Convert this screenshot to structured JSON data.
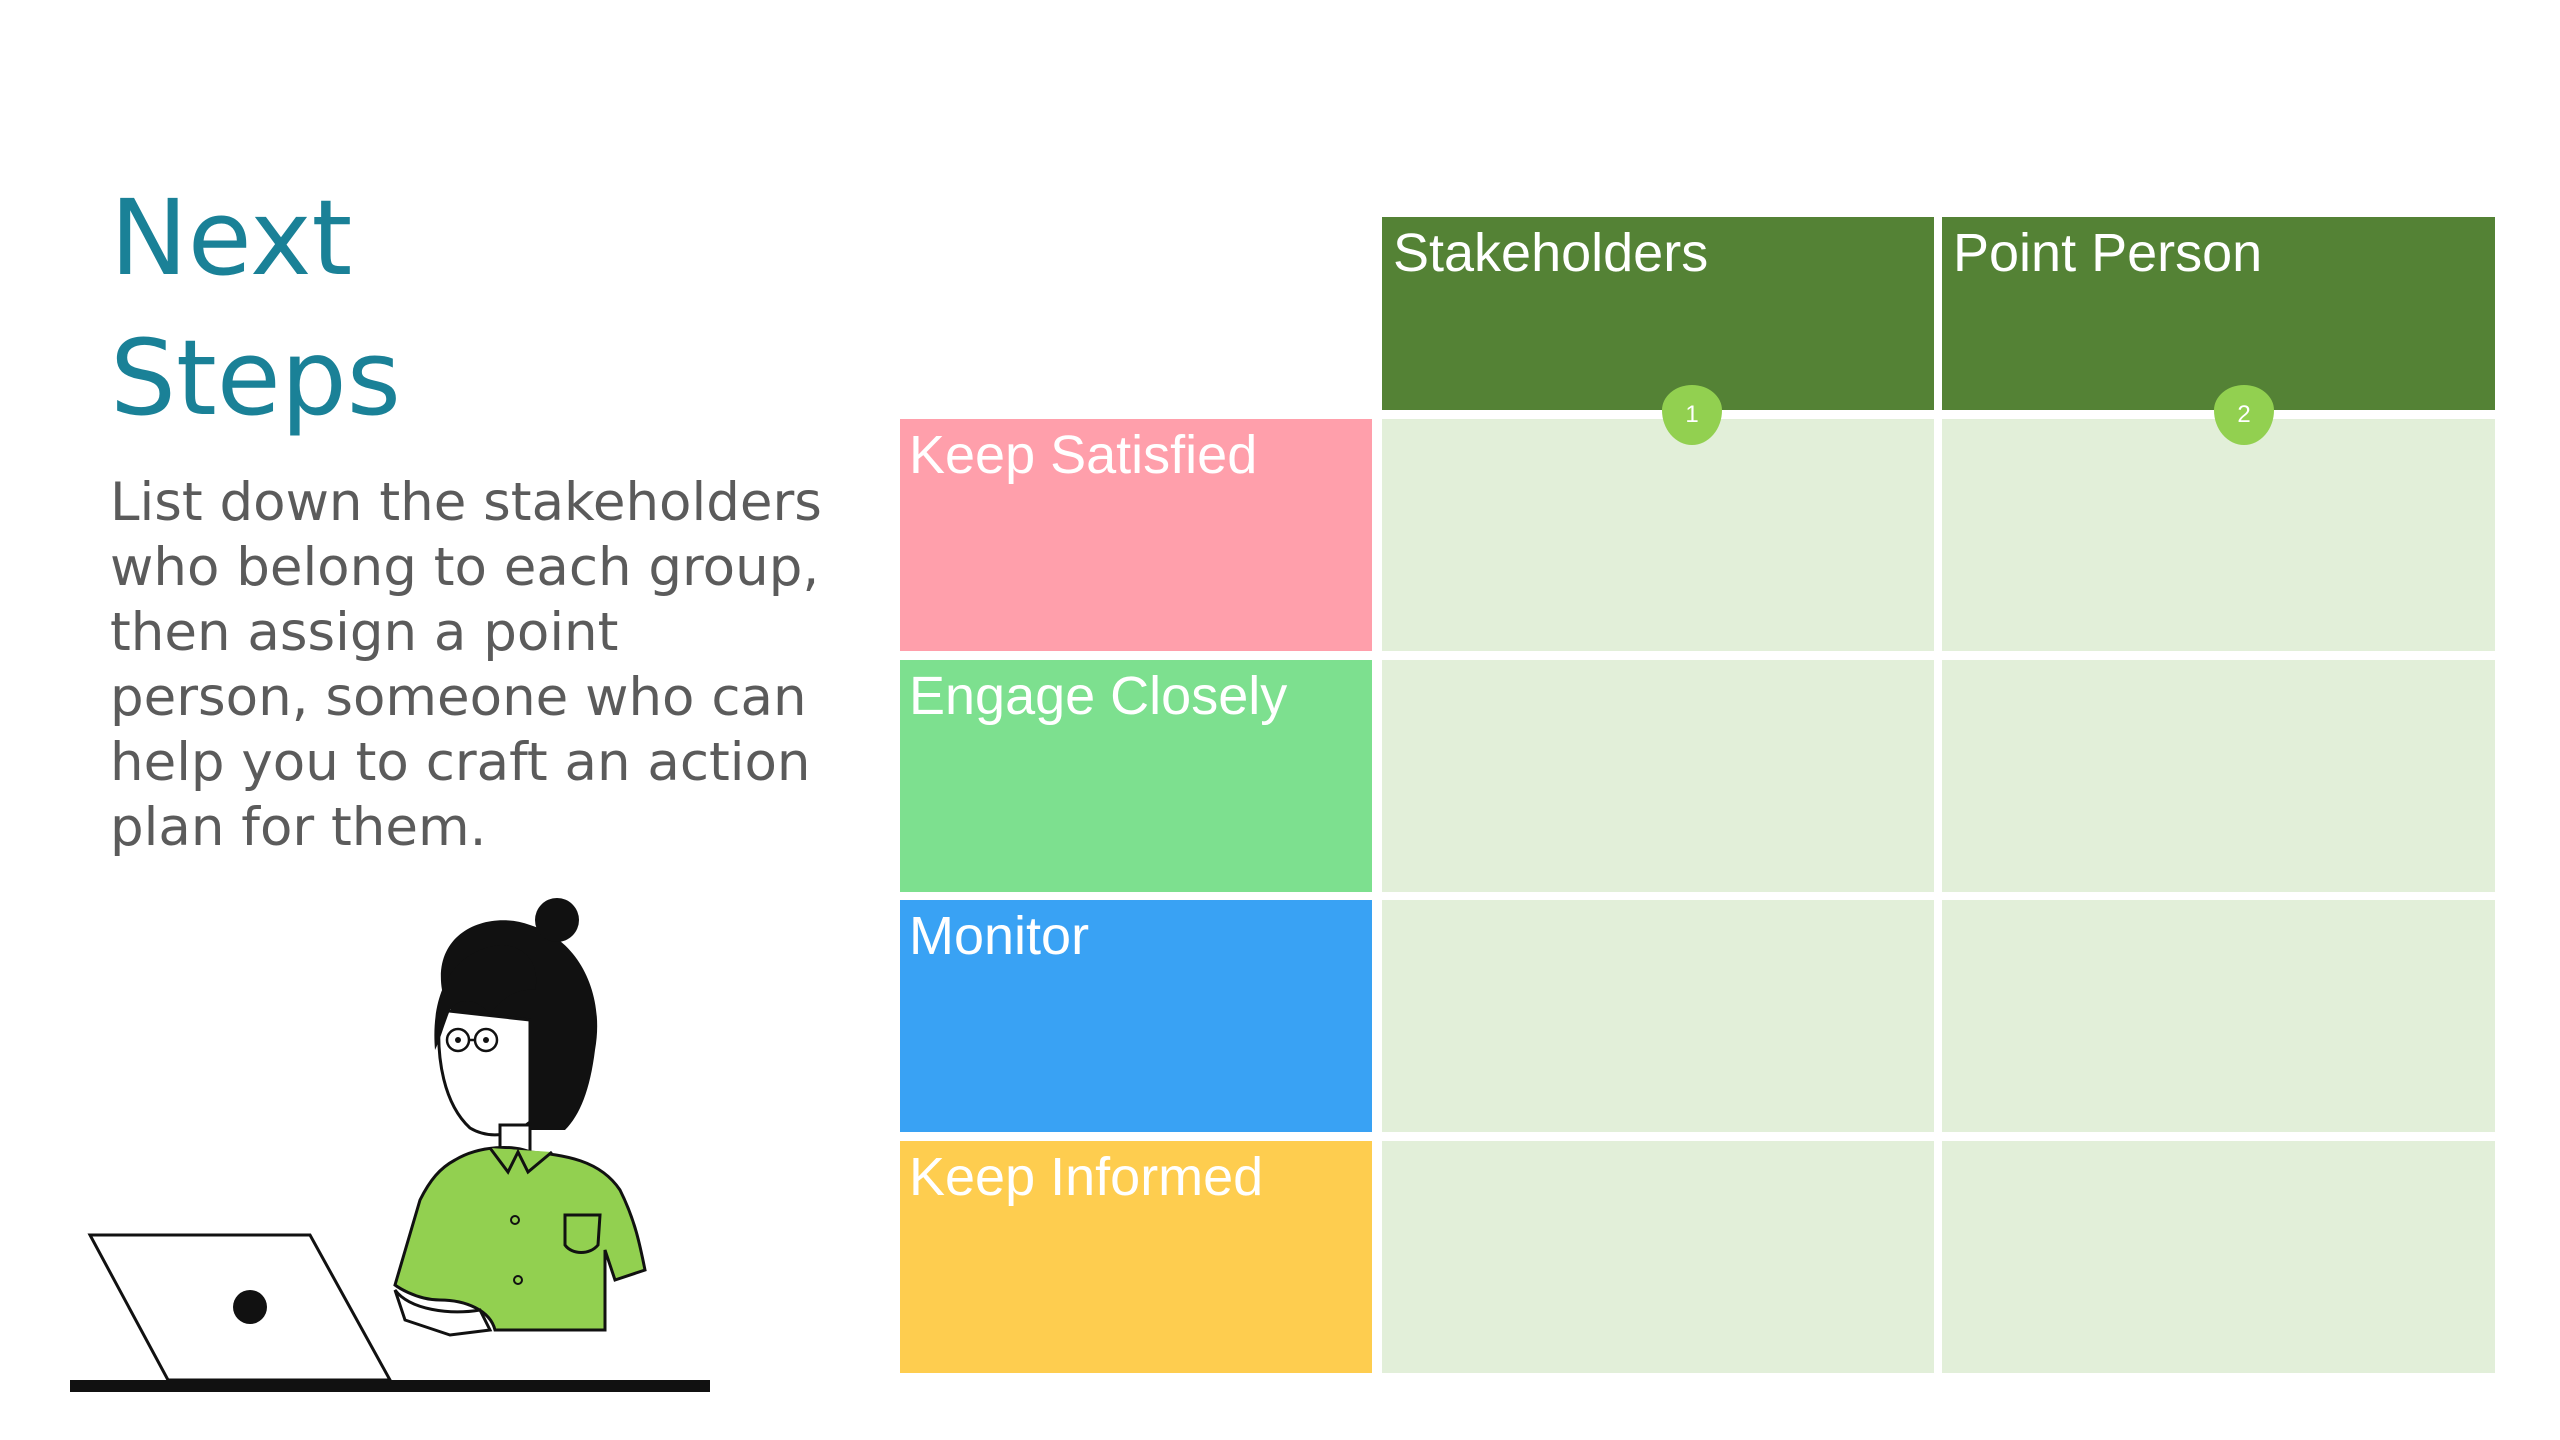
{
  "slide": {
    "title_line1": "Next",
    "title_line2": "Steps",
    "body": "List down the stakeholders who belong to each group, then assign a point person, someone who can help you to craft an action plan for them."
  },
  "table": {
    "headers": [
      "Stakeholders",
      "Point Person"
    ],
    "header_markers": [
      "1",
      "2"
    ],
    "rows": [
      {
        "label": "Keep Satisfied",
        "color": "#ff9fab"
      },
      {
        "label": "Engage Closely",
        "color": "#7de08f"
      },
      {
        "label": "Monitor",
        "color": "#39a2f4"
      },
      {
        "label": "Keep Informed",
        "color": "#fecd4f"
      }
    ],
    "header_color": "#548235",
    "cell_color": "#e2efd9"
  },
  "illustration": {
    "icon": "person-with-laptop-illustration",
    "shirt_color": "#92d050"
  }
}
